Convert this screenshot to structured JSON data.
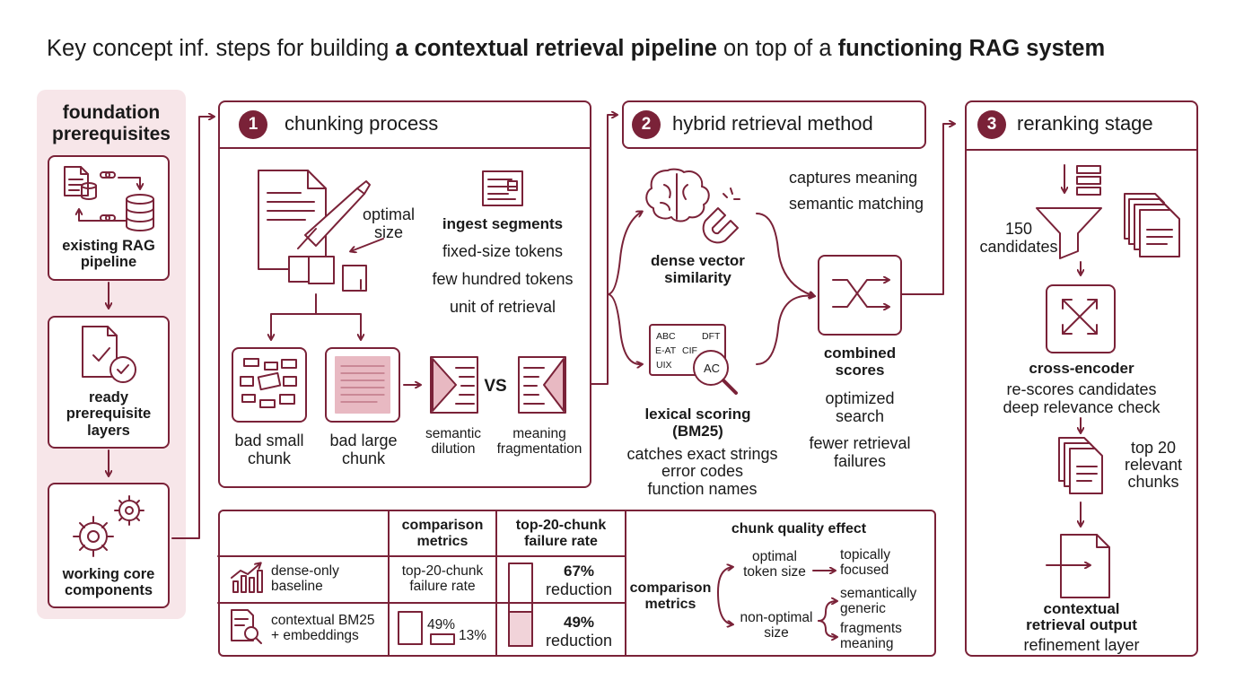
{
  "title": {
    "part1": "Key concept inf. steps for building ",
    "part2": "a contextual retrieval pipeline",
    "part3": " on top of a ",
    "part4": "functioning RAG system"
  },
  "foundation": {
    "title_line1": "foundation",
    "title_line2": "prerequisites",
    "items": [
      {
        "line1": "existing RAG",
        "line2": "pipeline"
      },
      {
        "line1": "ready",
        "line2": "prerequisite",
        "line3": "layers"
      },
      {
        "line1": "working core",
        "line2": "components"
      }
    ]
  },
  "chunking": {
    "number": "1",
    "title": "chunking process",
    "optimal_size_line1": "optimal",
    "optimal_size_line2": "size",
    "ingest_title": "ingest segments",
    "ingest_lines": [
      "fixed-size tokens",
      "few hundred tokens",
      "unit of retrieval"
    ],
    "bad_small_line1": "bad small",
    "bad_small_line2": "chunk",
    "bad_large_line1": "bad large",
    "bad_large_line2": "chunk",
    "vs": "VS",
    "semantic_line1": "semantic",
    "semantic_line2": "dilution",
    "meaning_line1": "meaning",
    "meaning_line2": "fragmentation"
  },
  "hybrid": {
    "number": "2",
    "title": "hybrid retrieval method",
    "captures_meaning": "captures meaning",
    "semantic_matching": "semantic matching",
    "dense_line1": "dense vector",
    "dense_line2": "similarity",
    "lexical_icon_text": [
      "ABC",
      "DFT",
      "E-AT",
      "CIF",
      "UIX",
      "AC"
    ],
    "lexical_line1": "lexical scoring",
    "lexical_line2": "(BM25)",
    "lexical_desc": [
      "catches exact strings",
      "error codes",
      "function names"
    ],
    "combined_line1": "combined",
    "combined_line2": "scores",
    "optimized_line1": "optimized",
    "optimized_line2": "search",
    "fewer_line1": "fewer retrieval",
    "fewer_line2": "failures"
  },
  "reranking": {
    "number": "3",
    "title": "reranking stage",
    "candidates_line1": "150",
    "candidates_line2": "candidates",
    "cross_title": "cross-encoder",
    "cross_line1": "re-scores candidates",
    "cross_line2": "deep relevance check",
    "top_line1": "top 20",
    "top_line2": "relevant",
    "top_line3": "chunks",
    "output_line1": "contextual",
    "output_line2": "retrieval output",
    "output_line3": "refinement layer"
  },
  "table": {
    "col2_line1": "comparison",
    "col2_line2": "metrics",
    "col3_line1": "top-20-chunk",
    "col3_line2": "failure rate",
    "row1_label_line1": "dense-only",
    "row1_label_line2": "baseline",
    "row1_metric_line1": "top-20-chunk",
    "row1_metric_line2": "failure rate",
    "row1_value": "67%",
    "row1_value_label": "reduction",
    "row2_label_line1": "contextual BM25",
    "row2_label_line2": "+ embeddings",
    "bar_left": "49%",
    "bar_right": "13%",
    "row2_value": "49%",
    "row2_value_label": "reduction"
  },
  "quality": {
    "title": "chunk quality effect",
    "left_line1": "comparison",
    "left_line2": "metrics",
    "optimal_line1": "optimal",
    "optimal_line2": "token size",
    "topical_line1": "topically",
    "topical_line2": "focused",
    "nonopt_line1": "non-optimal",
    "nonopt_line2": "size",
    "sem_line1": "semantically",
    "sem_line2": "generic",
    "frag_line1": "fragments",
    "frag_line2": "meaning"
  },
  "colors": {
    "accent": "#7a2238",
    "panel_bg": "#f7e6e9",
    "light": "#e8b9c2"
  }
}
